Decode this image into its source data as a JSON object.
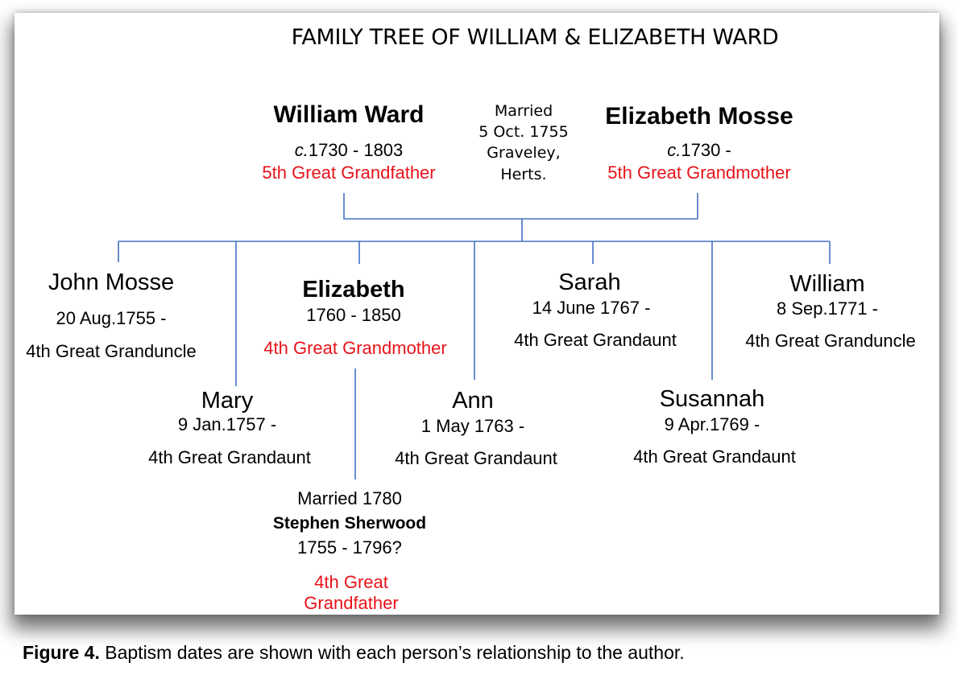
{
  "title": "FAMILY TREE OF WILLIAM & ELIZABETH WARD",
  "parents": {
    "father": {
      "name": "William Ward",
      "date_prefix": "c.",
      "date_rest": "1730 - 1803",
      "relation": "5th Great Grandfather"
    },
    "marriage": {
      "line1": "Married",
      "line2": "5 Oct. 1755",
      "line3": "Graveley,",
      "line4": "Herts."
    },
    "mother": {
      "name": "Elizabeth Mosse",
      "date_prefix": "c.",
      "date_rest": "1730 -",
      "relation": "5th Great Grandmother"
    }
  },
  "children": {
    "john": {
      "name": "John Mosse",
      "date": "20 Aug.1755 -",
      "relation": "4th Great Granduncle"
    },
    "mary": {
      "name": "Mary",
      "date": "9 Jan.1757 -",
      "relation": "4th Great Grandaunt"
    },
    "elizabeth": {
      "name": "Elizabeth",
      "date": "1760 - 1850",
      "relation": "4th Great Grandmother"
    },
    "ann": {
      "name": "Ann",
      "date": "1 May 1763 -",
      "relation": "4th Great Grandaunt"
    },
    "sarah": {
      "name": "Sarah",
      "date": "14 June 1767 -",
      "relation": "4th Great Grandaunt"
    },
    "susannah": {
      "name": "Susannah",
      "date": "9 Apr.1769 -",
      "relation": "4th Great Grandaunt"
    },
    "william": {
      "name": "William",
      "date": "8 Sep.1771 -",
      "relation": "4th Great Granduncle"
    }
  },
  "spouse": {
    "married": "Married 1780",
    "name": "Stephen Sherwood",
    "date": "1755 - 1796?",
    "relation_line1": "4th Great",
    "relation_line2": "Grandfather"
  },
  "caption": {
    "label": "Figure 4.",
    "text": " Baptism dates are shown with each person’s relationship to the author."
  },
  "colors": {
    "line": "#4472c4",
    "relation": "#e8131a"
  }
}
